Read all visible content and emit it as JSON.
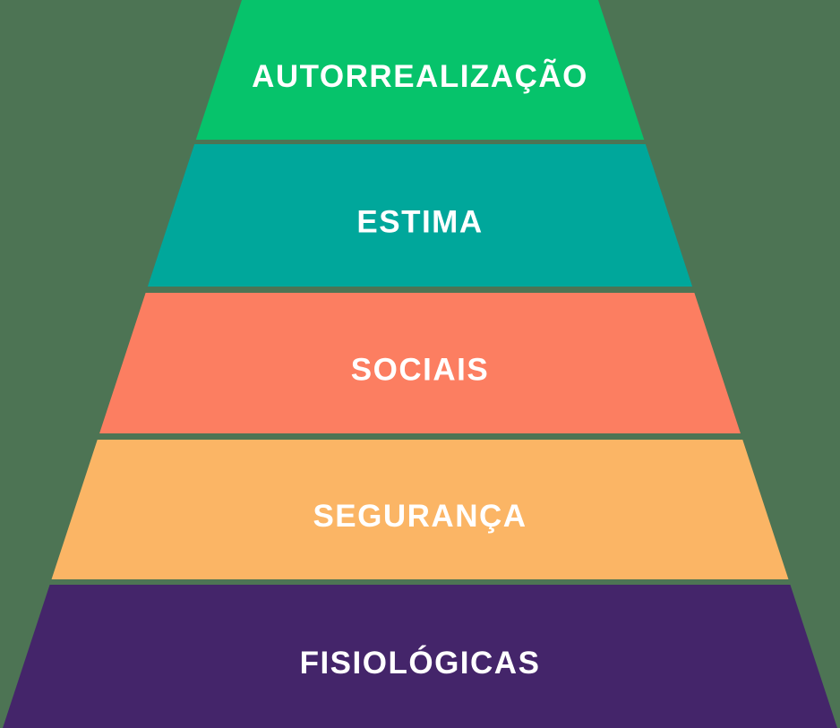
{
  "background_color": "#4D7454",
  "pyramid": {
    "type": "pyramid-hierarchy",
    "text_color": "#FFFFFF",
    "levels": [
      {
        "label": "AUTORREALIZAÇÃO",
        "color": "#06C36B"
      },
      {
        "label": "ESTIMA",
        "color": "#00A79B"
      },
      {
        "label": "SOCIAIS",
        "color": "#FC7E61"
      },
      {
        "label": "SEGURANÇA",
        "color": "#FBB565"
      },
      {
        "label": "FISIOLÓGICAS",
        "color": "#44256A"
      }
    ]
  }
}
